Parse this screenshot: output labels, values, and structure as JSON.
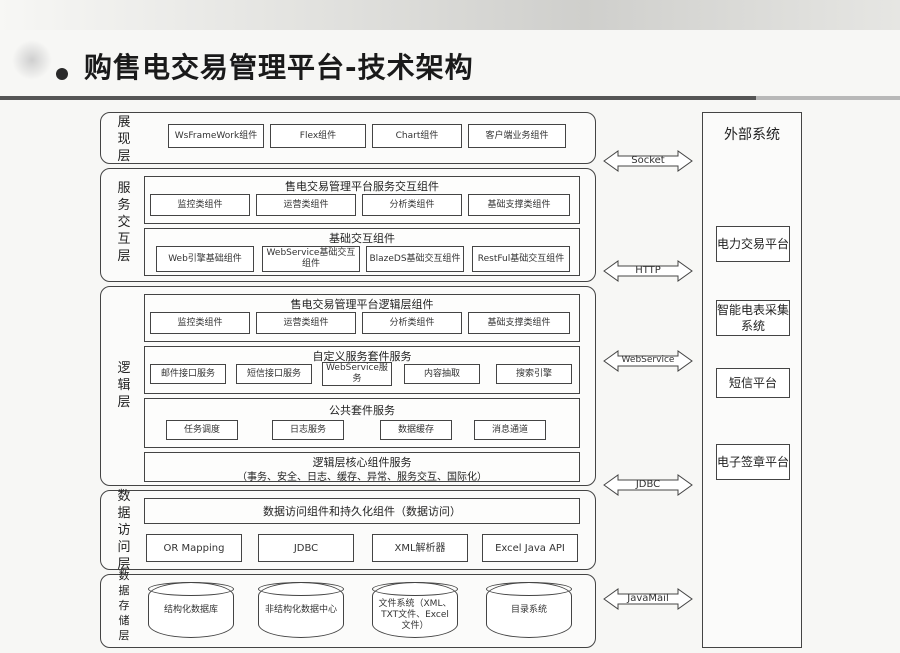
{
  "title": "购售电交易管理平台-技术架构",
  "layers": {
    "presentation": {
      "name": "展\n现\n层",
      "components": [
        "WsFrameWork组件",
        "Flex组件",
        "Chart组件",
        "客户端业务组件"
      ]
    },
    "service": {
      "name": "服\n务\n交\n互\n层",
      "group1": {
        "title": "售电交易管理平台服务交互组件",
        "components": [
          "监控类组件",
          "运营类组件",
          "分析类组件",
          "基础支撑类组件"
        ]
      },
      "group2": {
        "title": "基础交互组件",
        "components": [
          "Web引擎基础组件",
          "WebService基础交互组件",
          "BlazeDS基础交互组件",
          "RestFul基础交互组件"
        ]
      }
    },
    "logic": {
      "name": "逻\n辑\n层",
      "group1": {
        "title": "售电交易管理平台逻辑层组件",
        "components": [
          "监控类组件",
          "运营类组件",
          "分析类组件",
          "基础支撑类组件"
        ]
      },
      "group2": {
        "title": "自定义服务套件服务",
        "components": [
          "邮件接口服务",
          "短信接口服务",
          "WebService服务",
          "内容抽取",
          "搜索引擎"
        ]
      },
      "group3": {
        "title": "公共套件服务",
        "components": [
          "任务调度",
          "日志服务",
          "数据缓存",
          "消息通道"
        ]
      },
      "group4": {
        "title": "逻辑层核心组件服务",
        "subtitle": "（事务、安全、日志、缓存、异常、服务交互、国际化）"
      }
    },
    "data_access": {
      "name": "数\n据\n访\n问\n层",
      "title": "数据访问组件和持久化组件（数据访问）",
      "components": [
        "OR Mapping",
        "JDBC",
        "XML解析器",
        "Excel Java API"
      ]
    },
    "storage": {
      "name": "数\n据\n存\n储\n层",
      "components": [
        "结构化数据库",
        "非结构化数据中心",
        "文件系统（XML、TXT文件、Excel文件）",
        "目录系统"
      ]
    }
  },
  "protocols": [
    "Socket",
    "HTTP",
    "WebService",
    "JDBC",
    "JavaMail"
  ],
  "external": {
    "title": "外部系统",
    "systems": [
      "电力交易平台",
      "智能电表采集系统",
      "短信平台",
      "电子签章平台"
    ]
  }
}
